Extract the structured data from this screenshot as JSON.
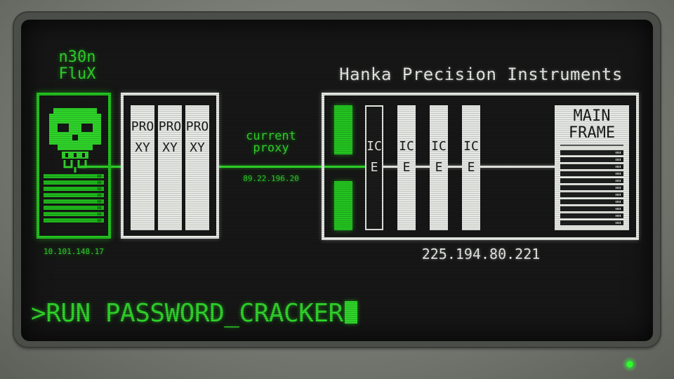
{
  "user": {
    "name_line1": "n30n",
    "name_line2": "FluX",
    "ip": "10.101.148.17",
    "icon": "skull-icon"
  },
  "proxies": [
    {
      "label": "PROXY"
    },
    {
      "label": "PROXY"
    },
    {
      "label": "PROXY"
    }
  ],
  "connection": {
    "label_line1": "current",
    "label_line2": "proxy",
    "ip": "89.22.196.20"
  },
  "target": {
    "title": "Hanka Precision Instruments",
    "ip": "225.194.80.221",
    "ice": [
      {
        "label": "ICE",
        "state": "active"
      },
      {
        "label": "ICE",
        "state": "idle"
      },
      {
        "label": "ICE",
        "state": "idle"
      },
      {
        "label": "ICE",
        "state": "idle"
      }
    ],
    "mainframe": {
      "line1": "MAIN",
      "line2": "FRAME"
    }
  },
  "terminal": {
    "prompt": ">",
    "command": "RUN PASSWORD_CRACKER"
  },
  "colors": {
    "accent": "#2fd52a",
    "screen": "#161716",
    "node": "#e6e9e4"
  }
}
